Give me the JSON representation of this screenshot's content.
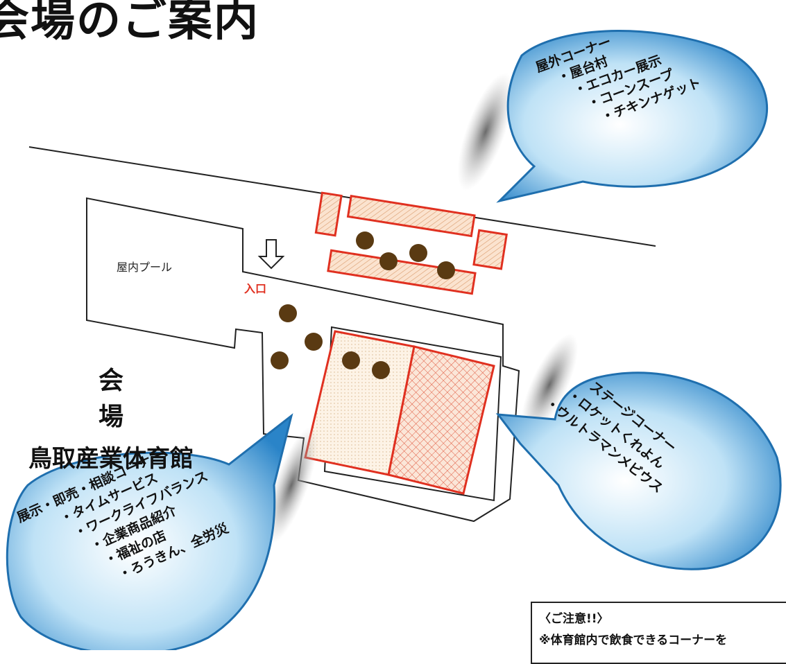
{
  "title": "会場のご案内",
  "venue": {
    "label": "会　場",
    "name": "鳥取産業体育館"
  },
  "map": {
    "pool_label": "屋内プール",
    "entrance_label": "入口"
  },
  "bubbles": {
    "outdoor": {
      "heading": "屋外コーナー",
      "items": [
        "・屋台村",
        "・エコカー展示",
        "・コーンスープ",
        "・チキンナゲット"
      ]
    },
    "stage": {
      "heading": "ステージコーナー",
      "items": [
        "・ロケットくれよん",
        "・ウルトラマンメビウス"
      ]
    },
    "exhibit": {
      "heading": "展示・即売・相談コーナー",
      "items": [
        "・タイムサービス",
        "・ワークライフバランス",
        "・企業商品紹介",
        "・福祉の店",
        "・ろうきん、全労災"
      ]
    }
  },
  "notice": {
    "heading": "〈ご注意!!〉",
    "body": "※体育館内で飲食できるコーナーを"
  },
  "colors": {
    "red": "#e03020",
    "tree": "#5a3a12",
    "bubble_blue": "#2a84c8",
    "shadow": "#8a8a8a"
  }
}
